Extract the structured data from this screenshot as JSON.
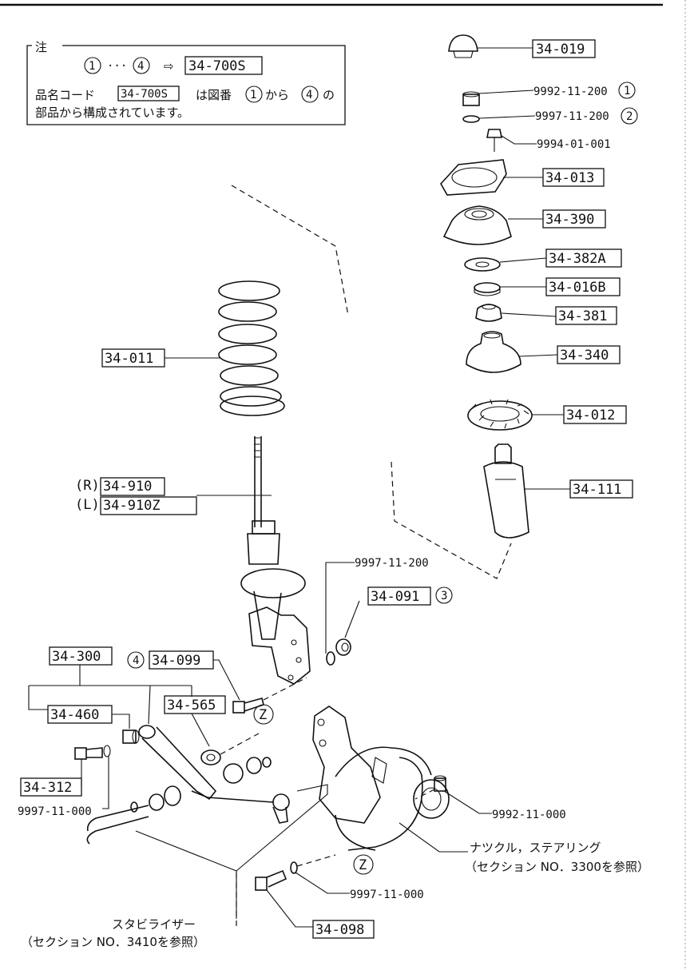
{
  "note": {
    "title": "注",
    "range_start": "1",
    "range_dots": "···",
    "range_end": "4",
    "arrow": "⇨",
    "assembly_code": "34-700S",
    "line2_prefix": "品名コード",
    "line2_code": "34-700S",
    "line2_mid": "は図番",
    "line2_from": "1",
    "line2_kara": "から",
    "line2_to": "4",
    "line2_no": "の",
    "line3": "部品から構成されています。"
  },
  "parts": {
    "p34_019": "34-019",
    "p9992_11_200": "9992-11-200",
    "p9992_11_200_ref": "1",
    "p9997_11_200_top": "9997-11-200",
    "p9997_11_200_top_ref": "2",
    "p9994_01_001": "9994-01-001",
    "p34_013": "34-013",
    "p34_390": "34-390",
    "p34_382a": "34-382A",
    "p34_016b": "34-016B",
    "p34_381": "34-381",
    "p34_340": "34-340",
    "p34_012": "34-012",
    "p34_111": "34-111",
    "p34_011": "34-011",
    "p34_910_side": "(R)",
    "p34_910": "34-910",
    "p34_910z_side": "(L)",
    "p34_910z": "34-910Z",
    "p9997_11_200_mid": "9997-11-200",
    "p34_091": "34-091",
    "p34_091_ref": "3",
    "p34_099_ref": "4",
    "p34_099": "34-099",
    "p34_300": "34-300",
    "p34_565": "34-565",
    "p34_460": "34-460",
    "p34_312": "34-312",
    "p9997_11_000_left": "9997-11-000",
    "p9992_11_000": "9992-11-000",
    "p9997_11_000_bottom": "9997-11-000",
    "p34_098": "34-098",
    "z_mark_upper": "Z",
    "z_mark_lower": "Z"
  },
  "references": {
    "knuckle_name": "ナツクル，ステアリング",
    "knuckle_section": "（セクション  NO．3300を参照）",
    "stabilizer_name": "スタビライザー",
    "stabilizer_section": "（セクション  NO．3410を参照）"
  }
}
